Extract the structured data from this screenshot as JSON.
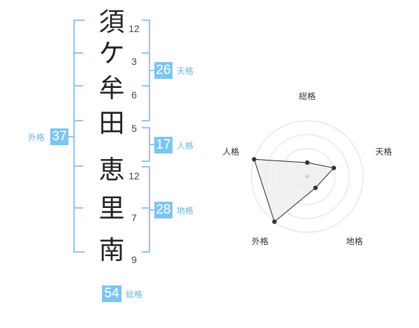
{
  "name_chars": [
    "須",
    "ケ",
    "牟",
    "田",
    "恵",
    "里",
    "南"
  ],
  "strokes": [
    "12",
    "3",
    "6",
    "5",
    "12",
    "7",
    "9"
  ],
  "fortunes": {
    "tenkaku": {
      "value": "26",
      "label": "天格"
    },
    "jinkaku": {
      "value": "17",
      "label": "人格"
    },
    "chikaku": {
      "value": "28",
      "label": "地格"
    },
    "gaikaku": {
      "value": "37",
      "label": "外格"
    },
    "soukaku": {
      "value": "54",
      "label": "総格"
    }
  },
  "radar": {
    "axes": [
      "総格",
      "天格",
      "地格",
      "外格",
      "人格"
    ],
    "rings": 4,
    "values": [
      1,
      2,
      1,
      4,
      4
    ],
    "colors": {
      "ring": "#dcdcdc",
      "fill": "#efefef",
      "line": "#222222",
      "point": "#333333"
    }
  },
  "colors": {
    "accent": "#7ec4f0",
    "bracket": "#8fc6ea",
    "label": "#6db3df"
  }
}
